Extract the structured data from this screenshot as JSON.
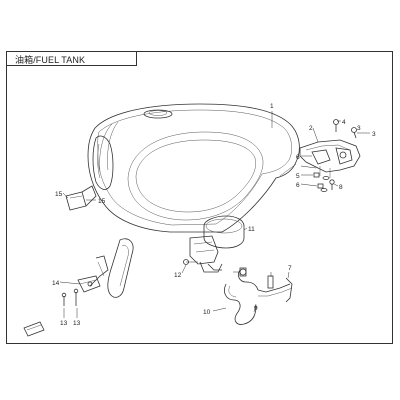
{
  "title": "油箱/FUEL TANK",
  "callouts": [
    {
      "id": "c1",
      "label": "1"
    },
    {
      "id": "c2",
      "label": "2"
    },
    {
      "id": "c3a",
      "label": "3"
    },
    {
      "id": "c3b",
      "label": "3"
    },
    {
      "id": "c4",
      "label": "4"
    },
    {
      "id": "c5",
      "label": "5"
    },
    {
      "id": "c6a",
      "label": "6"
    },
    {
      "id": "c6b",
      "label": "6"
    },
    {
      "id": "c7",
      "label": "7"
    },
    {
      "id": "c8",
      "label": "8"
    },
    {
      "id": "c9",
      "label": "9"
    },
    {
      "id": "c10",
      "label": "10"
    },
    {
      "id": "c11",
      "label": "11"
    },
    {
      "id": "c12",
      "label": "12"
    },
    {
      "id": "c13a",
      "label": "13"
    },
    {
      "id": "c13b",
      "label": "13"
    },
    {
      "id": "c14",
      "label": "14"
    },
    {
      "id": "c15a",
      "label": "15"
    },
    {
      "id": "c15b",
      "label": "15"
    }
  ]
}
